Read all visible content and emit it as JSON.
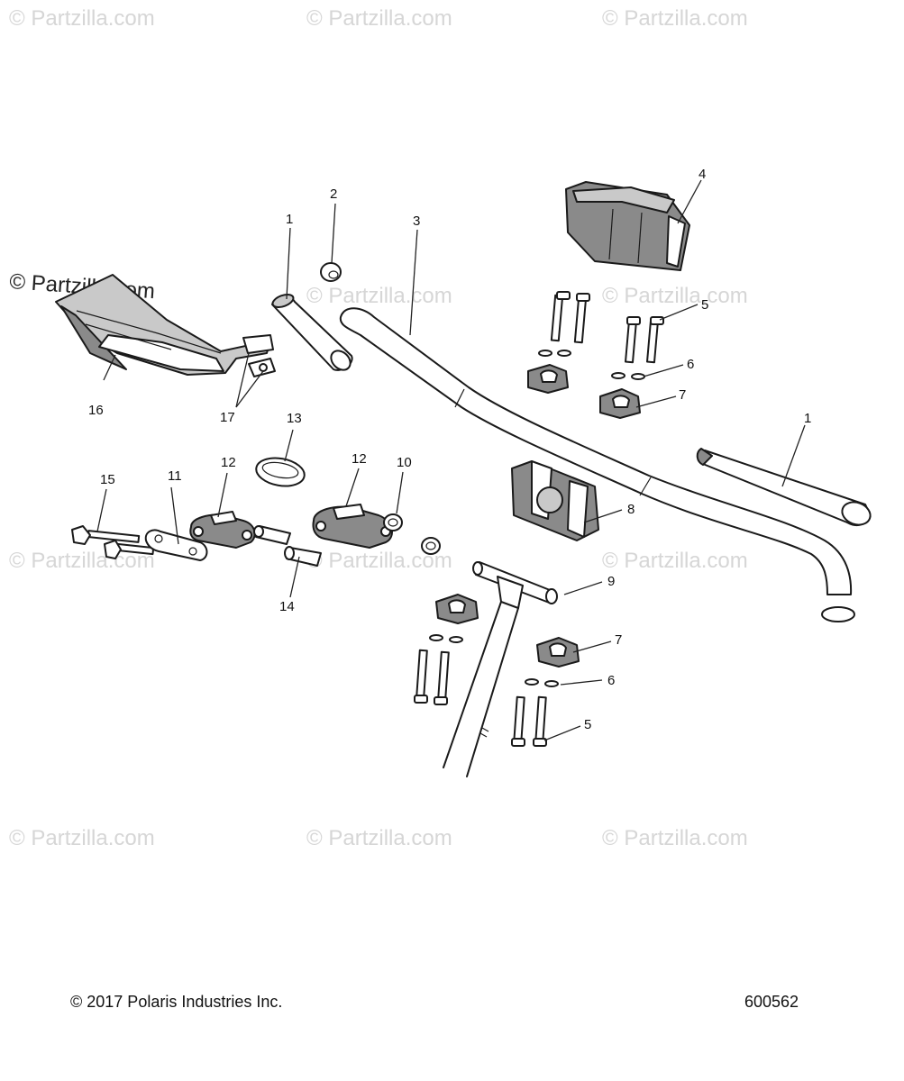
{
  "watermark": {
    "text": "© Partzilla.com",
    "highlight_text": "© Partzilla.com"
  },
  "callouts": {
    "c1a": "1",
    "c2": "2",
    "c3": "3",
    "c4": "4",
    "c5a": "5",
    "c6a": "6",
    "c7a": "7",
    "c1b": "1",
    "c8": "8",
    "c9": "9",
    "c7b": "7",
    "c6b": "6",
    "c5b": "5",
    "c16": "16",
    "c17": "17",
    "c13": "13",
    "c15": "15",
    "c11": "11",
    "c12a": "12",
    "c12b": "12",
    "c10": "10",
    "c14": "14"
  },
  "footer": {
    "copyright": "© 2017 Polaris Industries Inc.",
    "diagram_number": "600562"
  }
}
